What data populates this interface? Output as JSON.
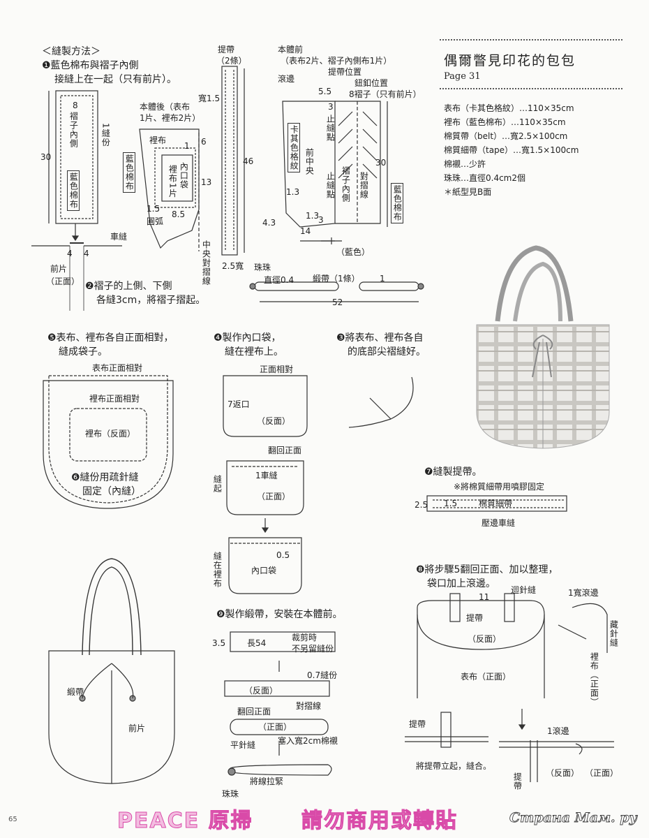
{
  "page": {
    "section_title": "＜縫製方法＞",
    "page_number": "65"
  },
  "panel": {
    "title": "偶爾瞥見印花的包包",
    "page_ref": "Page 31",
    "materials": [
      "表布（卡其色格紋）…110×35cm",
      "裡布（藍色棉布）…110×35cm",
      "棉質帶（belt）…寬2.5×100cm",
      "棉質細帶（tape）…寬1.5×100cm",
      "棉襯…少許",
      "珠珠…直徑0.4cm2個",
      "＊紙型見B面"
    ]
  },
  "steps": {
    "s1_line1": "❶藍色棉布與褶子內側",
    "s1_line2": "接縫上在一起（只有前片）。",
    "s2_line1": "❷褶子的上側、下側",
    "s2_line2": "各縫3cm，將褶子摺起。",
    "s3_line1": "❸將表布、裡布各自",
    "s3_line2": "的底部尖褶縫好。",
    "s4_line1": "❹製作內口袋，",
    "s4_line2": "縫在裡布上。",
    "s5_line1": "❺表布、裡布各自正面相對，",
    "s5_line2": "縫成袋子。",
    "s6_line1": "❻縫份用疏針縫",
    "s6_line2": "固定（內縫）",
    "s7": "❼縫製提帶。",
    "s8_line1": "❽將步驟5翻回正面、加以整理，",
    "s8_line2": "袋口加上滾邊。",
    "s9": "❾製作緞帶，安裝在本體前。"
  },
  "labels": {
    "pleat_inside_v": "褶子內側",
    "blue_cotton_v": "藍色棉布",
    "seam_allow_v": "1縫份",
    "n8": "8",
    "n30": "30",
    "machine_seam": "車縫",
    "n4a": "4",
    "n4b": "4",
    "front_piece": "前片",
    "front_side": "（正面）",
    "back_body": "本體後（表布",
    "back_body2": "1片、裡布2片）",
    "lining": "裡布",
    "blue_cotton2_v": "藍色棉布",
    "inner_pocket_v": "內口袋",
    "lining1_v": "裡布1片",
    "n1": "1",
    "n6": "6",
    "n13": "13",
    "n1_5": "1.5",
    "n8_5": "8.5",
    "arc": "圓弧",
    "center_fold_v": "中央對摺線",
    "strap_title": "提帶",
    "strap_count": "（2條）",
    "strap_width": "寬1.5",
    "n46": "46",
    "w2_5": "2.5寬",
    "front_body": "本體前",
    "front_body2": "（表布2片、褶子內側布1片）",
    "binding": "滾邊",
    "strap_pos": "提帶位置",
    "n5_5": "5.5",
    "button_pos": "鈕釦位置",
    "pleat8": "8褶子（只有前片）",
    "n3a": "3",
    "stop_point_v": "止縫點",
    "khaki_v": "卡其色格紋",
    "front_center_v": "前中央",
    "stop_point2_v": "止縫點",
    "pleat_inner_v": "褶子內側",
    "fold_line_v": "對摺線",
    "n30b": "30",
    "blue_cotton3_v": "藍色棉布",
    "n1_3a": "1.3",
    "n1_3b": "1.3",
    "n4_3": "4.3",
    "n3b": "3",
    "n14": "14",
    "blue": "（藍色）",
    "bead": "珠珠",
    "diameter": "直徑0.4",
    "ribbon": "緞帶（1條）",
    "n1r": "1",
    "n52": "52",
    "outer_face": "表布正面相對",
    "lining_face": "裡布正面相對",
    "lining_back": "裡布（反面）",
    "face_to_face": "正面相對",
    "opening7": "7返口",
    "back_side": "（反面）",
    "turn_right": "翻回正面",
    "stitch_start_v": "縫起",
    "seam1": "1車縫",
    "right_side": "（正面）",
    "n0_5": "0.5",
    "sew_lining_v": "縫在裡布",
    "inner_pocket": "內口袋",
    "glue_note": "※將棉質細帶用噴膠固定",
    "n2_5": "2.5",
    "n1_5b": "1.5",
    "tape": "棉質細帶",
    "edge_stitch": "壓邊車縫",
    "n3_5": "3.5",
    "len54": "長54",
    "cut_note1": "裁剪時",
    "cut_note2": "不另留縫份",
    "seam0_7": "0.7縫份",
    "back_side2": "（反面）",
    "fold_line": "對摺線",
    "turn_right2": "翻回正面",
    "right_side2": "（正面）",
    "insert": "塞入寬2cm棉襯",
    "flat_stitch": "平針縫",
    "pull_thread": "將線拉緊",
    "bead2": "珠珠",
    "ribbon2": "緞帶",
    "front_piece2": "前片",
    "n11": "11",
    "back_stitch": "迴針縫",
    "binding1": "1寬滾邊",
    "strap2": "提帶",
    "back_side3": "（反面）",
    "outer_right": "表布（正面）",
    "blind_stitch_v": "藏針縫",
    "lining_front_v": "裡布（正面）",
    "strap3": "提帶",
    "binding1b": "1滾邊",
    "stand_strap": "將提帶立起，縫合。",
    "strap4_v": "提帶",
    "back_side4": "（反面）",
    "right_side4": "（正面）"
  },
  "watermark": {
    "left": "PEACE 原掃",
    "right": "請勿商用或轉貼",
    "logo": "Страна Мам. ру"
  }
}
